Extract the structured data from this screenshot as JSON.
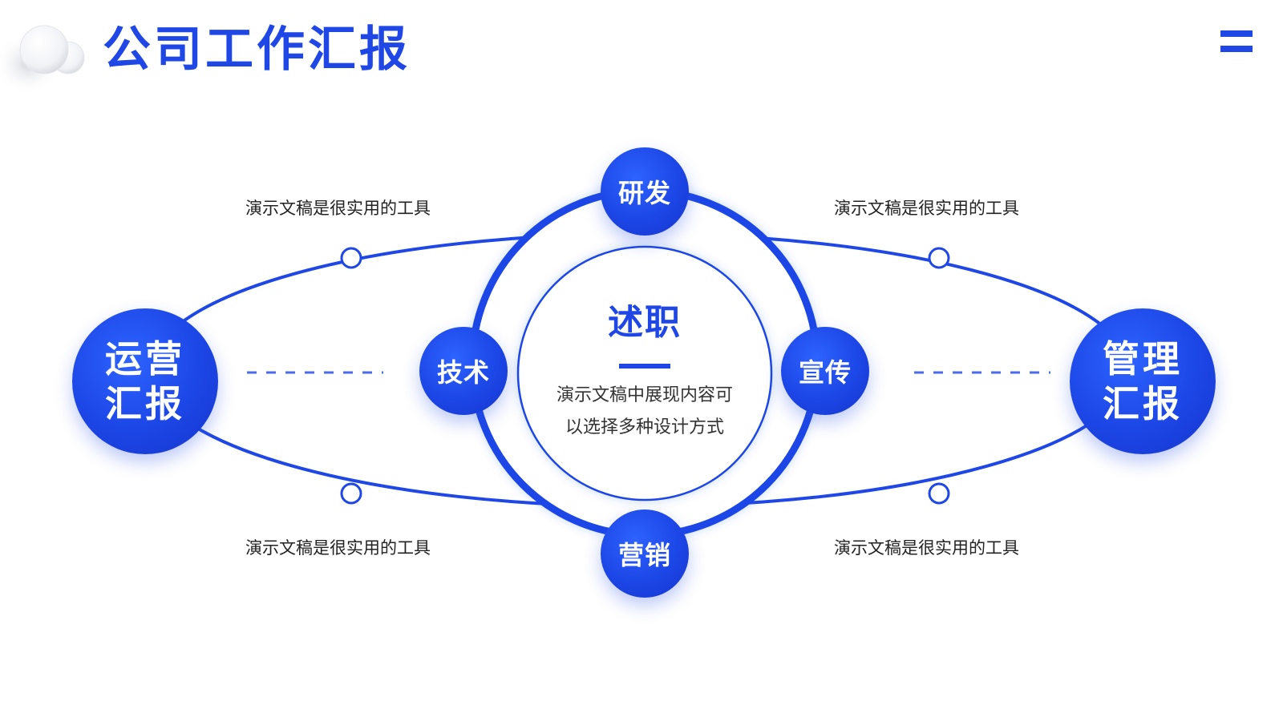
{
  "header": {
    "title": "公司工作汇报"
  },
  "center": {
    "title": "述职",
    "body_line1": "演示文稿中展现内容可",
    "body_line2": "以选择多种设计方式"
  },
  "nodes": {
    "top": "研发",
    "left": "技术",
    "right": "宣传",
    "bottom": "营销"
  },
  "sides": {
    "left_line1": "运营",
    "left_line2": "汇报",
    "right_line1": "管理",
    "right_line2": "汇报"
  },
  "captions": {
    "top_left": "演示文稿是很实用的工具",
    "top_right": "演示文稿是很实用的工具",
    "bottom_left": "演示文稿是很实用的工具",
    "bottom_right": "演示文稿是很实用的工具"
  },
  "colors": {
    "accent": "#1f47e6",
    "text": "#333333"
  },
  "icons": {
    "logo": "spheres-logo-icon",
    "menu": "menu-icon"
  }
}
